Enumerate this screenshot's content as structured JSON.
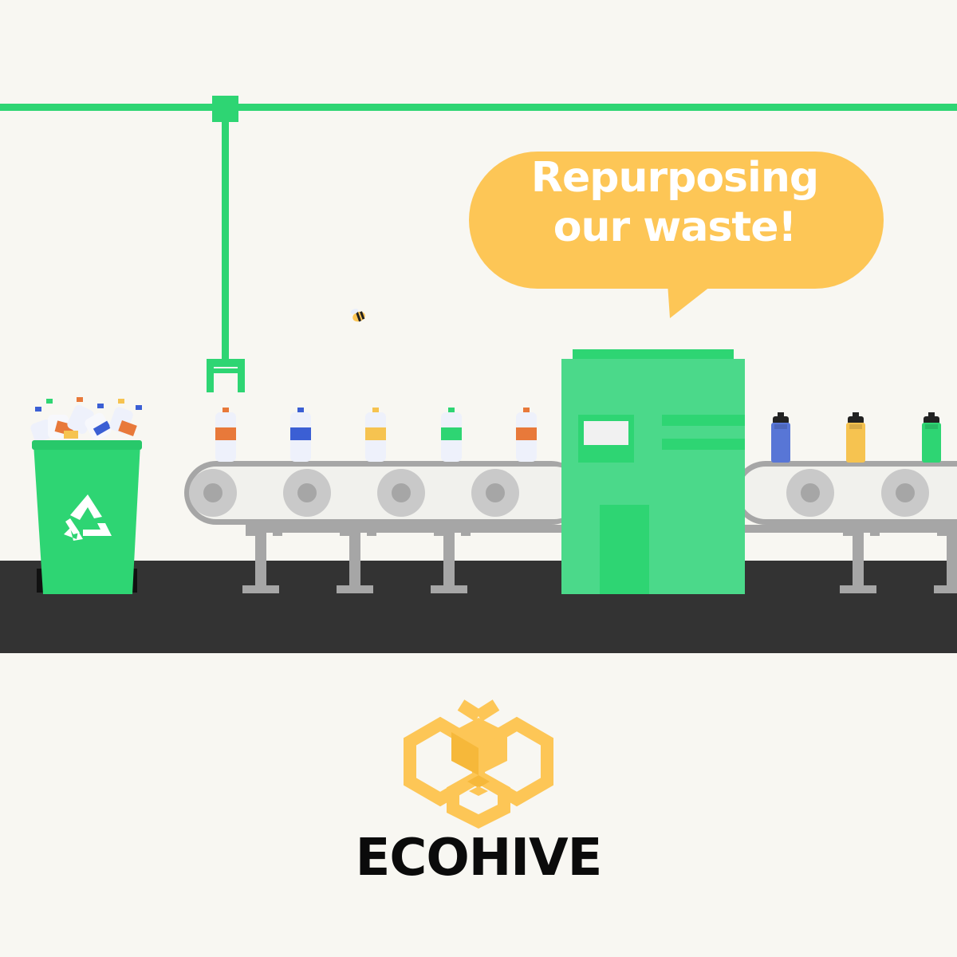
{
  "headline": {
    "line1": "Repurposing",
    "line2": "our waste!"
  },
  "brand": {
    "name": "ECOHIVE",
    "logo_icon": "bee-hexagon-logo-icon"
  },
  "scene": {
    "items": {
      "input_bottle_label_colors": [
        "#e8793a",
        "#3b5fd4",
        "#f6c350",
        "#2ed573",
        "#e8793a"
      ],
      "output_bottle_colors": [
        "#5876d6",
        "#f6c350",
        "#2ed573"
      ]
    },
    "icons": [
      "robotic-claw-icon",
      "recycle-bin-icon",
      "bee-icon",
      "recycling-machine-icon",
      "conveyor-belt-icon",
      "speech-bubble-icon"
    ]
  },
  "colors": {
    "background": "#f8f7f2",
    "green": "#2ed573",
    "machine_green": "#4bd98a",
    "yellow": "#fdc656",
    "floor": "#333333",
    "conveyor_gray": "#a6a6a6",
    "text_dark": "#0b0b0b"
  }
}
